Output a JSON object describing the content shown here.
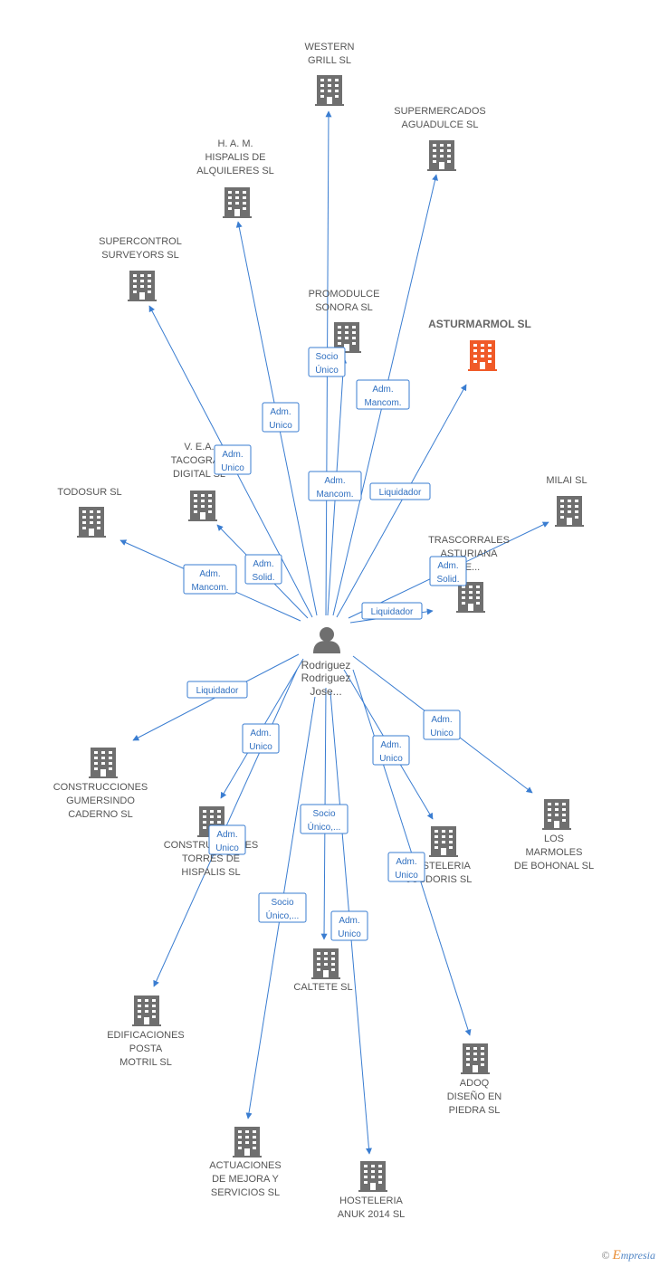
{
  "colors": {
    "edge": "#3a7dd1",
    "building": "#6f6f6f",
    "highlight": "#f05a28",
    "person": "#6f6f6f"
  },
  "center": {
    "name_lines": [
      "Rodriguez",
      "Rodriguez",
      "Jose..."
    ]
  },
  "companies": [
    {
      "id": "western",
      "lines": [
        "WESTERN",
        "GRILL  SL"
      ]
    },
    {
      "id": "supermercados",
      "lines": [
        "SUPERMERCADOS",
        "AGUADULCE SL"
      ]
    },
    {
      "id": "ham",
      "lines": [
        "H.  A.  M.",
        "HISPALIS DE",
        "ALQUILERES SL"
      ]
    },
    {
      "id": "supercontrol",
      "lines": [
        "SUPERCONTROL",
        "SURVEYORS SL"
      ]
    },
    {
      "id": "promodulce",
      "lines": [
        "PROMODULCE",
        "SONORA SL"
      ]
    },
    {
      "id": "asturmarmol",
      "lines": [
        "ASTURMARMOL SL"
      ],
      "highlight": true
    },
    {
      "id": "vea",
      "lines": [
        "V. E.A.",
        "TACOGRA...",
        "DIGITAL SL"
      ]
    },
    {
      "id": "todosur",
      "lines": [
        "TODOSUR SL"
      ]
    },
    {
      "id": "milai",
      "lines": [
        "MILAI  SL"
      ]
    },
    {
      "id": "trascorrales",
      "lines": [
        "TRASCORRALES",
        "ASTURIANA",
        "DE..."
      ]
    },
    {
      "id": "construcciones_gumersindo",
      "lines": [
        "CONSTRUCCIONES",
        "GUMERSINDO",
        "CADERNO SL"
      ]
    },
    {
      "id": "construcciones_torres",
      "lines": [
        "CONSTRUCCIONES",
        "TORRES DE",
        "HISPALIS SL"
      ]
    },
    {
      "id": "hosteleria_josdoris",
      "lines": [
        "HOSTELERIA",
        "JOSDORIS SL"
      ]
    },
    {
      "id": "marmoles",
      "lines": [
        "LOS",
        "MARMOLES",
        "DE BOHONAL SL"
      ]
    },
    {
      "id": "edificaciones",
      "lines": [
        "EDIFICACIONES",
        "POSTA",
        "MOTRIL SL"
      ]
    },
    {
      "id": "caltete",
      "lines": [
        "CALTETE  SL"
      ]
    },
    {
      "id": "adoq",
      "lines": [
        "ADOQ",
        "DISEÑO EN",
        "PIEDRA SL"
      ]
    },
    {
      "id": "actuaciones",
      "lines": [
        "ACTUACIONES",
        "DE MEJORA Y",
        "SERVICIOS SL"
      ]
    },
    {
      "id": "hosteleria_anuk",
      "lines": [
        "HOSTELERIA",
        "ANUK 2014  SL"
      ]
    }
  ],
  "edges": [
    {
      "to": "western",
      "label": [
        "Socio",
        "Único"
      ]
    },
    {
      "to": "supermercados",
      "label": [
        "Adm.",
        "Mancom."
      ]
    },
    {
      "to": "ham",
      "label": [
        "Adm.",
        "Unico"
      ]
    },
    {
      "to": "supercontrol",
      "label": [
        "Adm.",
        "Unico"
      ]
    },
    {
      "to": "promodulce",
      "label": [
        "Adm.",
        "Mancom."
      ]
    },
    {
      "to": "asturmarmol",
      "label": [
        "Liquidador"
      ]
    },
    {
      "to": "vea",
      "label": [
        "Adm.",
        "Solid."
      ]
    },
    {
      "to": "todosur",
      "label": [
        "Adm.",
        "Mancom."
      ]
    },
    {
      "to": "milai",
      "label": [
        "Adm.",
        "Solid."
      ]
    },
    {
      "to": "trascorrales",
      "label": [
        "Liquidador"
      ]
    },
    {
      "to": "construcciones_gumersindo",
      "label": [
        "Liquidador"
      ]
    },
    {
      "to": "construcciones_torres",
      "label": [
        "Adm.",
        "Unico"
      ]
    },
    {
      "to": "edificaciones",
      "label": [
        "Adm.",
        "Unico"
      ]
    },
    {
      "to": "hosteleria_josdoris",
      "label": [
        "Adm.",
        "Unico"
      ]
    },
    {
      "to": "marmoles",
      "label": [
        "Adm.",
        "Unico"
      ]
    },
    {
      "to": "caltete",
      "label": [
        "Socio",
        "Único,..."
      ]
    },
    {
      "to": "actuaciones",
      "label": [
        "Socio",
        "Único,..."
      ]
    },
    {
      "to": "hosteleria_anuk",
      "label": [
        "Adm.",
        "Unico"
      ]
    },
    {
      "to": "adoq",
      "label": [
        "Adm.",
        "Unico"
      ]
    }
  ],
  "logo": {
    "copyright": "©",
    "brand_e": "E",
    "brand_rest": "mpresia"
  }
}
